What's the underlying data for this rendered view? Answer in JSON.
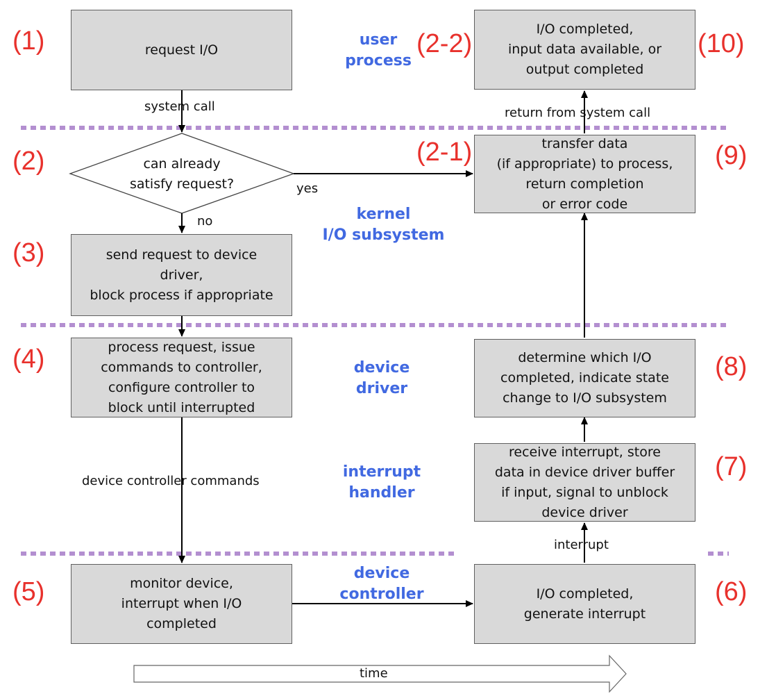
{
  "steps": {
    "s1": "(1)",
    "s2": "(2)",
    "s2_1": "(2-1)",
    "s2_2": "(2-2)",
    "s3": "(3)",
    "s4": "(4)",
    "s5": "(5)",
    "s6": "(6)",
    "s7": "(7)",
    "s8": "(8)",
    "s9": "(9)",
    "s10": "(10)"
  },
  "layers": {
    "user_process": "user\nprocess",
    "kernel_io_subsystem": "kernel\nI/O subsystem",
    "device_driver": "device\ndriver",
    "interrupt_handler": "interrupt\nhandler",
    "device_controller": "device\ncontroller"
  },
  "boxes": {
    "request_io": "request I/O",
    "can_satisfy": "can already\nsatisfy request?",
    "send_request": "send request to device\ndriver,\nblock process if appropriate",
    "process_request": "process request, issue\ncommands to controller,\nconfigure controller to\nblock until interrupted",
    "monitor_device": "monitor device,\ninterrupt when I/O\ncompleted",
    "io_completed_interrupt": "I/O completed,\ngenerate interrupt",
    "receive_interrupt": "receive interrupt, store\ndata in device driver buffer\nif input, signal to unblock\ndevice driver",
    "determine_io": "determine which I/O\ncompleted, indicate state\nchange to I/O subsystem",
    "transfer_data": "transfer data\n(if appropriate) to process,\nreturn completion\nor error code",
    "io_completed_user": "I/O completed,\ninput data available, or\noutput completed"
  },
  "labels": {
    "system_call": "system call",
    "yes": "yes",
    "no": "no",
    "device_controller_commands": "device controller commands",
    "interrupt": "interrupt",
    "return_from_system_call": "return from system call",
    "time": "time"
  },
  "colors": {
    "step_number": "#e8312c",
    "layer_label": "#4169e1",
    "box_fill": "#d9d9d9",
    "box_border": "#5f5f5f",
    "divider": "#b38fd0"
  }
}
